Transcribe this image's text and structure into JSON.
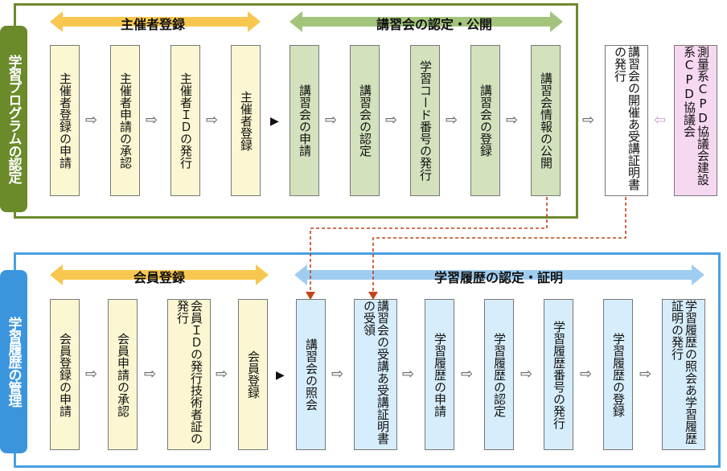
{
  "program_section": {
    "side_label": "学習プログラムの認定",
    "header_organizer": "主催者登録",
    "header_course": "講習会の認定・公開",
    "steps": [
      "主催者登録の申請",
      "主催者申請の承認",
      "主催者ＩＤの発行",
      "主催者登録",
      "講習会の申請",
      "講習会の認定",
      "学習コード番号の発行",
      "講習会の登録",
      "講習会情報の公開",
      "講習会の開催あ受講証明書の発行",
      "測量系CPD協議会建設系CPD協議会"
    ]
  },
  "history_section": {
    "side_label": "学習履歴の管理",
    "header_member": "会員登録",
    "header_history": "学習履歴の認定・証明",
    "steps": [
      "会員登録の申請",
      "会員申請の承認",
      "会員ＩＤの発行技術者証の発行",
      "会員登録",
      "講習会の照会",
      "講習会の受講あ受講証明書の受領",
      "学習履歴の申請",
      "学習履歴の認定",
      "学習履歴番号の発行",
      "学習履歴の登録",
      "学習履歴の照会あ学習履歴証明の発行"
    ]
  },
  "glyphs": {
    "hollow_arrow": "⇨",
    "hollow_arrow_left": "⇦",
    "solid_arrow": "▶"
  },
  "colors": {
    "top_frame": "#6e8a2f",
    "bottom_frame": "#4aa0e0",
    "organizer_arrow": "#f8c74f",
    "course_arrow": "#a3c47a",
    "member_arrow": "#f8c74f",
    "history_arrow": "#9fcdf2",
    "dashed_connector": "#c0451a"
  }
}
